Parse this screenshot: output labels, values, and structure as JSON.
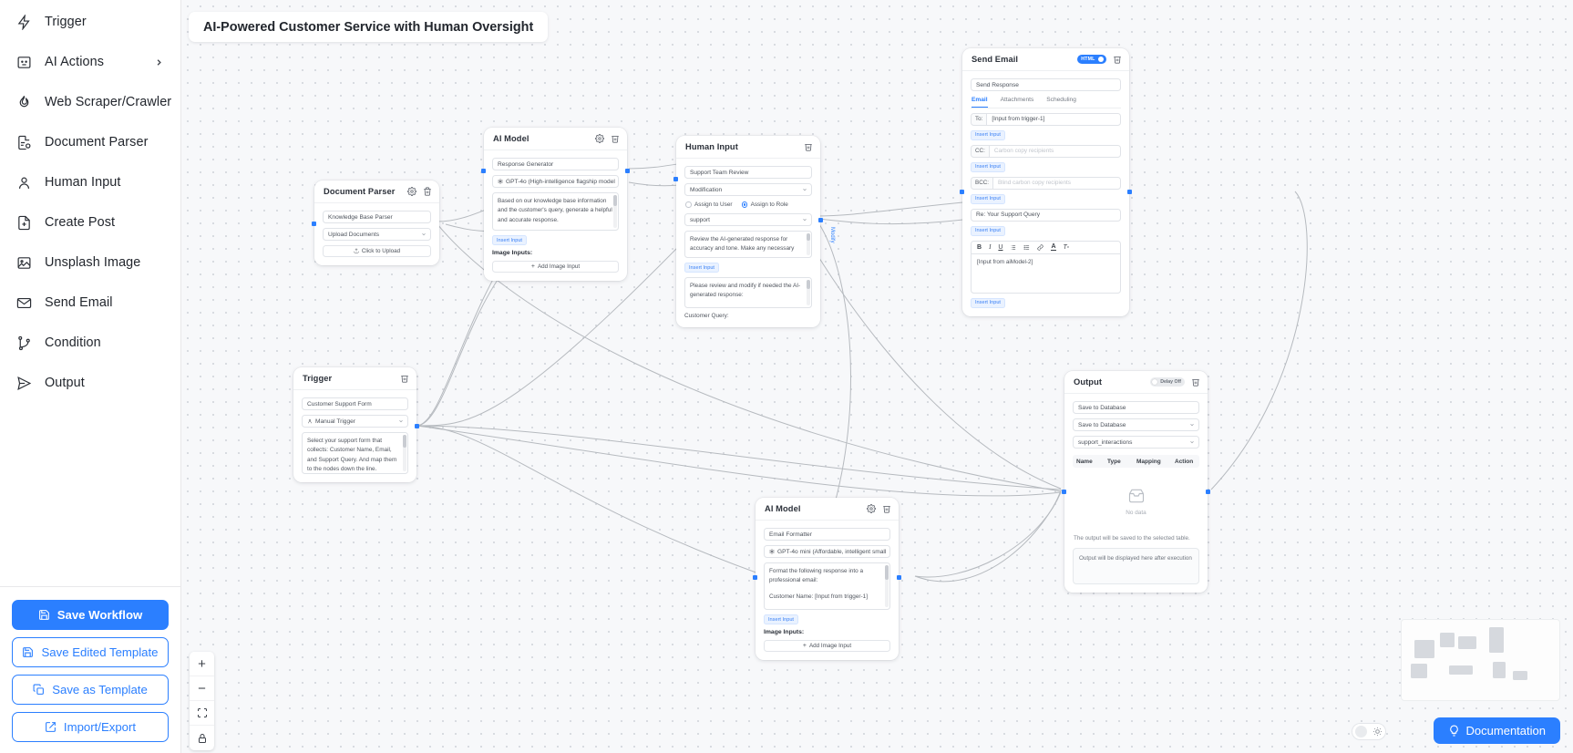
{
  "sidebar": {
    "items": [
      {
        "label": "Trigger",
        "icon": "lightning-icon"
      },
      {
        "label": "AI Actions",
        "icon": "ai-face-icon",
        "has_chevron": true
      },
      {
        "label": "Web Scraper/Crawler",
        "icon": "flame-icon"
      },
      {
        "label": "Document Parser",
        "icon": "document-scan-icon"
      },
      {
        "label": "Human Input",
        "icon": "person-icon"
      },
      {
        "label": "Create Post",
        "icon": "file-plus-icon"
      },
      {
        "label": "Unsplash Image",
        "icon": "image-icon"
      },
      {
        "label": "Send Email",
        "icon": "envelope-icon"
      },
      {
        "label": "Condition",
        "icon": "branch-icon"
      },
      {
        "label": "Output",
        "icon": "send-icon"
      }
    ],
    "actions": [
      {
        "label": "Save Workflow",
        "icon": "save-icon",
        "primary": true
      },
      {
        "label": "Save Edited Template",
        "icon": "save-icon",
        "primary": false
      },
      {
        "label": "Save as Template",
        "icon": "copy-icon",
        "primary": false
      },
      {
        "label": "Import/Export",
        "icon": "export-icon",
        "primary": false
      }
    ]
  },
  "canvas": {
    "workflow_title": "AI-Powered Customer Service with Human Oversight",
    "zoom_controls": [
      "zoom-in",
      "zoom-out",
      "fit-view",
      "lock"
    ],
    "documentation_label": "Documentation"
  },
  "nodes": {
    "document_parser": {
      "title": "Document Parser",
      "name_value": "Knowledge Base Parser",
      "source_select": "Upload Documents",
      "upload_label": "Click to Upload"
    },
    "ai_model_1": {
      "title": "AI Model",
      "name_value": "Response Generator",
      "model_value": "GPT-4o (High-intelligence flagship model",
      "prompt": "Based on our knowledge base information and the customer's query, generate a helpful and accurate response.",
      "insert_input_label": "Insert Input",
      "image_inputs_label": "Image Inputs:",
      "add_image_label": "Add Image Input"
    },
    "human_input": {
      "title": "Human Input",
      "name_value": "Support Team Review",
      "type_select": "Modification",
      "radio_user": "Assign to User",
      "radio_role": "Assign to Role",
      "role_value": "support",
      "instructions": "Review the AI-generated response for accuracy and tone. Make any necessary",
      "insert_input_label": "Insert Input",
      "content": "Please review and modify if needed the AI-generated response:",
      "query_label": "Customer Query:",
      "side_label": "Modify"
    },
    "send_email": {
      "title": "Send Email",
      "html_badge": "HTML",
      "name_value": "Send Response",
      "tabs": [
        "Email",
        "Attachments",
        "Scheduling"
      ],
      "active_tab": "Email",
      "to_label": "To:",
      "to_value": "[Input from trigger-1]",
      "cc_label": "CC:",
      "cc_placeholder": "Carbon copy recipients",
      "bcc_label": "BCC:",
      "bcc_placeholder": "Blind carbon copy recipients",
      "subject_value": "Re: Your Support Query",
      "insert_input_label": "Insert Input",
      "body_value": "[Input from aiModel-2]",
      "toolbar_icons": [
        "bold-icon",
        "italic-icon",
        "underline-icon",
        "list-ordered-icon",
        "list-bullet-icon",
        "link-icon",
        "text-color-icon",
        "clear-format-icon"
      ]
    },
    "trigger": {
      "title": "Trigger",
      "name_value": "Customer Support Form",
      "type_value": "Manual Trigger",
      "description": "Select your support form that collects: Customer Name, Email, and Support Query. And map them to the nodes down the line."
    },
    "ai_model_2": {
      "title": "AI Model",
      "name_value": "Email Formatter",
      "model_value": "GPT-4o mini (Affordable, intelligent small",
      "prompt_line1": "Format the following response into a professional email:",
      "prompt_line2": "Customer Name: [Input from trigger-1]",
      "insert_input_label": "Insert Input",
      "image_inputs_label": "Image Inputs:",
      "add_image_label": "Add Image Input"
    },
    "output": {
      "title": "Output",
      "delay_label": "Delay Off",
      "name_value": "Save to Database",
      "destination_select": "Save to Database",
      "table_select": "support_interactions",
      "columns": [
        "Name",
        "Type",
        "Mapping",
        "Action"
      ],
      "empty_state": "No data",
      "hint": "The output will be saved to the selected table.",
      "result_placeholder": "Output will be displayed here after execution"
    }
  },
  "colors": {
    "accent": "#2b7fff",
    "canvas_bg": "#f7f8fa",
    "port": "#2b7fff"
  }
}
